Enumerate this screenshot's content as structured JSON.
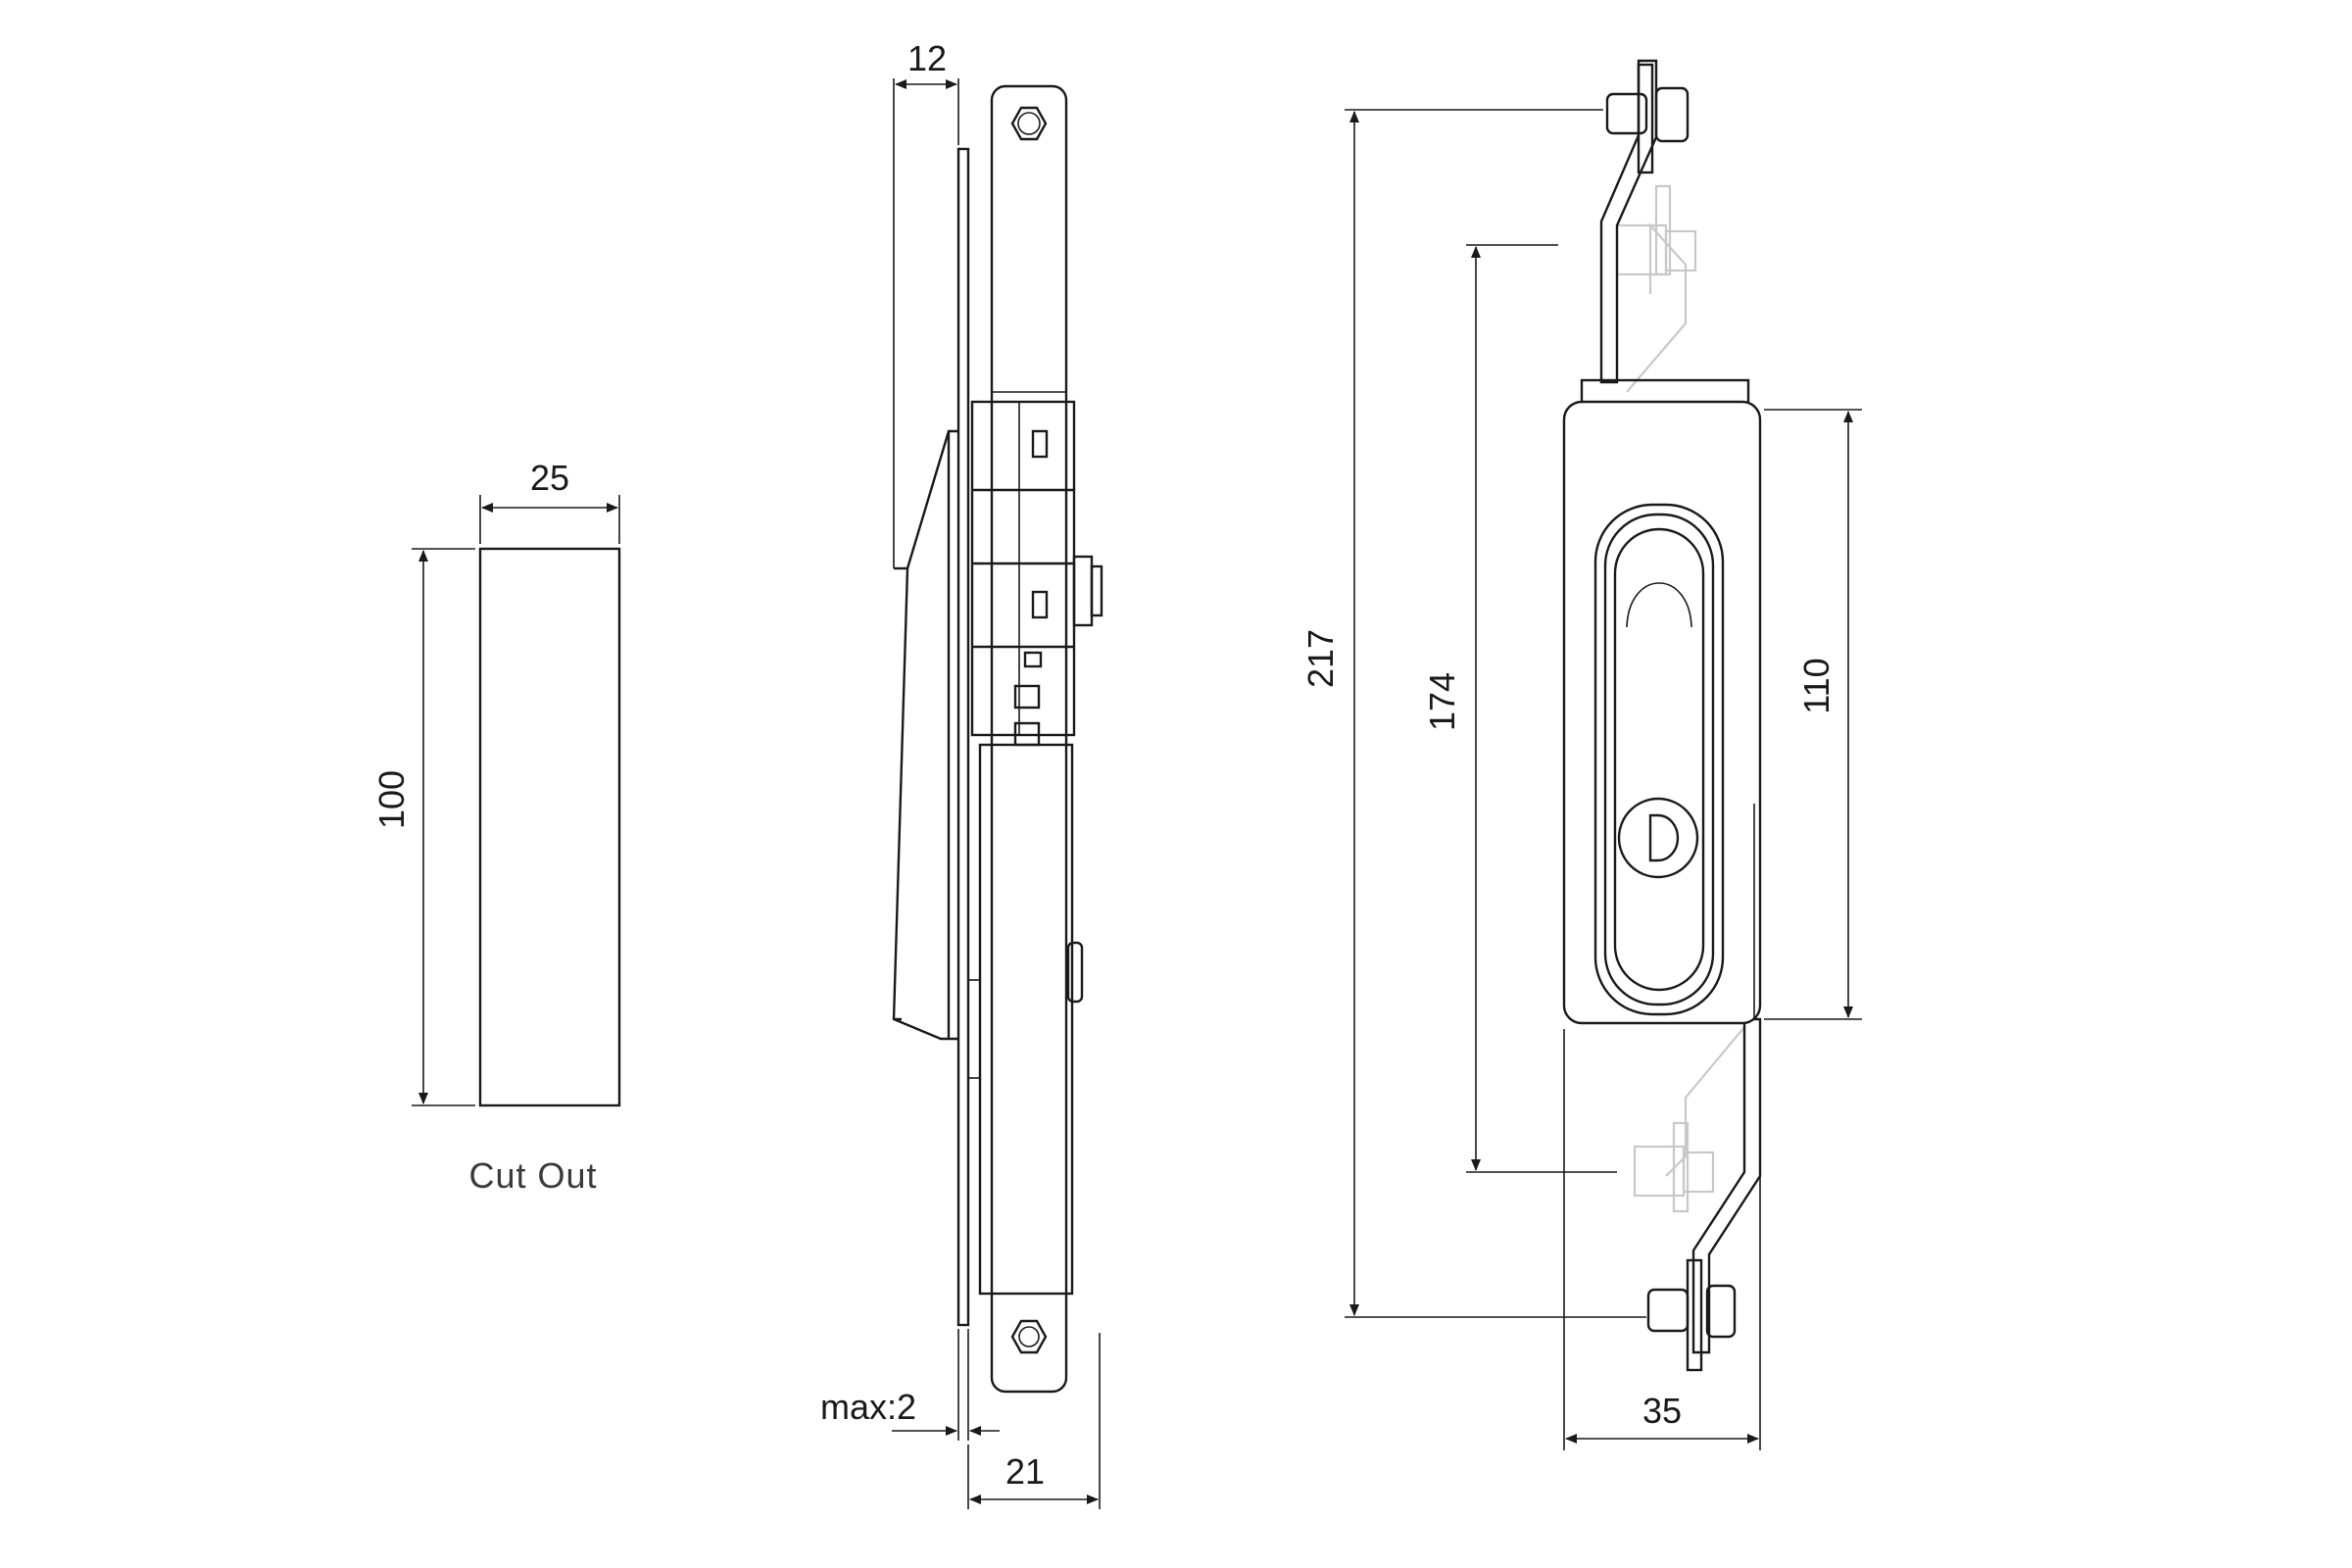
{
  "cut_out": {
    "caption": "Cut Out",
    "width_label": "25",
    "height_label": "100"
  },
  "side_view": {
    "top_label": "12",
    "max_label": "max:2",
    "bottom_label": "21"
  },
  "front_view": {
    "overall_label": "217",
    "alt_label": "174",
    "body_label": "110",
    "width_label": "35"
  },
  "colors": {
    "line": "#1a1a1a",
    "ghost": "#c8c8c8",
    "background": "#ffffff"
  }
}
